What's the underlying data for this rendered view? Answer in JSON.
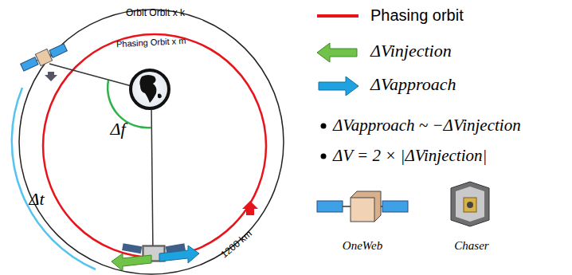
{
  "diagram": {
    "labels": [
      "Orbit Orbit x k",
      "Phasing Orbit x m",
      "Δf",
      "Δt",
      "1200 km",
      "ΔVapproach ~ −ΔVinjection",
      "ΔV = 2 × |ΔVinjection|",
      "OneWeb",
      "Chaser"
    ],
    "legend": [
      {
        "text": "Phasing orbit"
      },
      {
        "text": "ΔVinjection"
      },
      {
        "text": "ΔVapproach"
      }
    ]
  }
}
